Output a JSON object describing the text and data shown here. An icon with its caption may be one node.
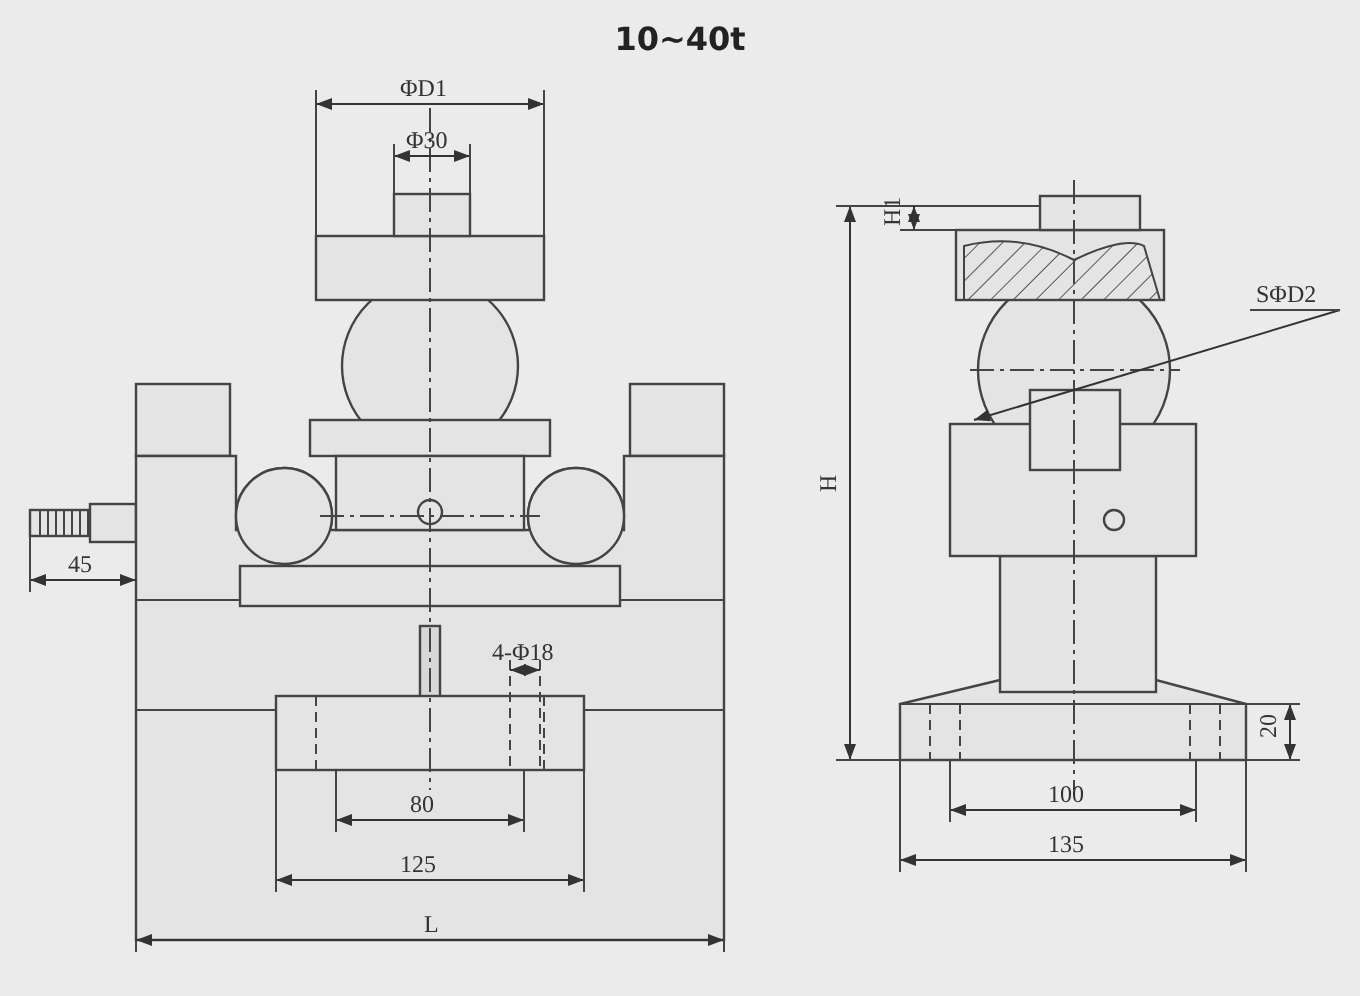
{
  "diagram": {
    "title": "10~40t",
    "labels": [
      "ΦD1",
      "Φ30",
      "H1",
      "SΦD2",
      "H",
      "45",
      "4-Φ18",
      "20",
      "80",
      "100",
      "125",
      "135",
      "L"
    ]
  }
}
